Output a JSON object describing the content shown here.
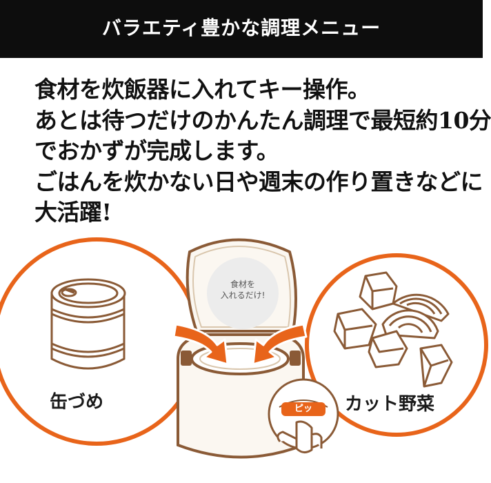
{
  "header": {
    "title": "バラエティ豊かな調理メニュー"
  },
  "description": {
    "lines": [
      "食材を炊飯器に入れてキー操作。",
      "あとは待つだけのかんたん調理で最短約10分",
      "でおかずが完成します。",
      "ごはんを炊かない日や週末の作り置きなどに",
      "大活躍!"
    ]
  },
  "illustration": {
    "lid_label_line1": "食材を",
    "lid_label_line2": "入れるだけ!",
    "beep_label": "ピッ",
    "left_callout_label": "缶づめ",
    "right_callout_label": "カット野菜",
    "colors": {
      "accent": "#e8641a",
      "outline": "#8a5a36",
      "lid_circle": "#ececec"
    },
    "icons": [
      "can-icon",
      "cut-vegetables-icon",
      "rice-cooker-icon",
      "finger-press-icon",
      "arrow-icon"
    ]
  }
}
